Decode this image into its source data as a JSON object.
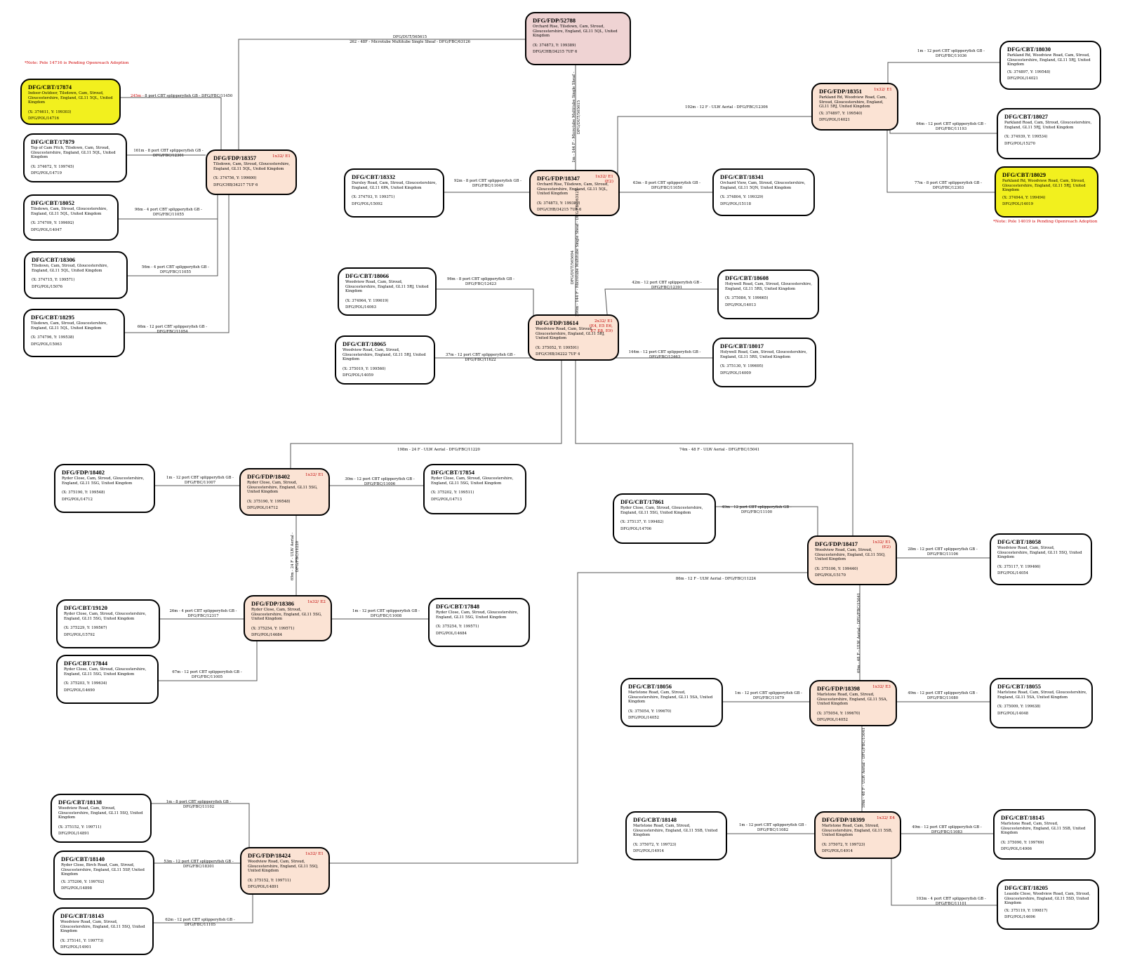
{
  "notes": [
    {
      "text": "*Note: Pole 14716 is Pending Openreach Adoption"
    },
    {
      "text": "*Note: Pole 14019 is Pending Openreach Adoption"
    }
  ],
  "nodes": [
    {
      "id": "DFG/FDP/52788",
      "addr": "Orchard Rise, Tilsdown, Cam, Stroud, Gloucestershire, England, GL11 5QL, United Kingdom",
      "coord": "(X: 374873, Y: 199389)",
      "pole": "DFG/CHB/34215   7UF 6",
      "splitter": ""
    },
    {
      "id": "DFG/CBT/17874",
      "addr": "Indoor-Outdoor, Tilsdown, Cam, Stroud, Gloucestershire, England, GL11 5QL, United Kingdom",
      "coord": "(X: 374611, Y: 199303)",
      "pole": "DFG/POL/14716",
      "splitter": ""
    },
    {
      "id": "DFG/CBT/17879",
      "addr": "Top of Cam Pitch, Tilsdown, Cam, Stroud, Gloucestershire, England, GL11 5QL, United Kingdom",
      "coord": "(X: 374672, Y: 199745)",
      "pole": "DFG/POL/14719",
      "splitter": ""
    },
    {
      "id": "DFG/CBT/18052",
      "addr": "Tilsdown, Cam, Stroud, Gloucestershire, England, GL11 5QL, United Kingdom",
      "coord": "(X: 374709, Y: 199692)",
      "pole": "DFG/POL/14047",
      "splitter": ""
    },
    {
      "id": "DFG/CBT/18306",
      "addr": "Tilsdown, Cam, Stroud, Gloucestershire, England, GL11 5QL, United Kingdom",
      "coord": "(X: 374715, Y: 199571)",
      "pole": "DFG/POL/15076",
      "splitter": ""
    },
    {
      "id": "DFG/CBT/18295",
      "addr": "Tilsdown, Cam, Stroud, Gloucestershire, England, GL11 5QL, United Kingdom",
      "coord": "(X: 374796, Y: 199538)",
      "pole": "DFG/POL/15063",
      "splitter": ""
    },
    {
      "id": "DFG/FDP/18357",
      "addr": "Tilsdown, Cam, Stroud, Gloucestershire, England, GL11 5QL, United Kingdom",
      "coord": "(X: 374756, Y: 199600)",
      "pole": "DFG/CHB/34217   7UF 6",
      "splitter": "1x32/ E1"
    },
    {
      "id": "DFG/CBT/18332",
      "addr": "Dursley Road, Cam, Stroud, Gloucestershire, England, GL11 6PA, United Kingdom",
      "coord": "(X: 374703, Y: 199371)",
      "pole": "DFG/POL/15092",
      "splitter": ""
    },
    {
      "id": "DFG/FDP/18347",
      "addr": "Orchard Rise, Tilsdown, Cam, Stroud, Gloucestershire, England, GL11 5QL, United Kingdom",
      "coord": "(X: 374873, Y: 199389)",
      "pole": "DFG/CHB/34215   7UF 6",
      "splitter": "1x32/ E1\n(E2)"
    },
    {
      "id": "DFG/CBT/18341",
      "addr": "Orchard View, Cam, Stroud, Gloucestershire, England, GL11 5QN, United Kingdom",
      "coord": "(X: 374804, Y: 199329)",
      "pole": "DFG/POL/15118",
      "splitter": ""
    },
    {
      "id": "DFG/FDP/18351",
      "addr": "Parkland Rd, Woodview Road, Cam, Stroud, Gloucestershire, England, GL11 5RJ, United Kingdom",
      "coord": "(X: 374897, Y: 199540)",
      "pole": "DFG/POL/14021",
      "splitter": "1x32/ E1"
    },
    {
      "id": "DFG/CBT/18030",
      "addr": "Parkland Rd, Woodview Road, Cam, Stroud, Gloucestershire, England, GL11 5RJ, United Kingdom",
      "coord": "(X: 374897, Y: 199548)",
      "pole": "DFG/POL/14021",
      "splitter": ""
    },
    {
      "id": "DFG/CBT/18027",
      "addr": "Parkland Road, Cam, Stroud, Gloucestershire, England, GL11 5RJ, United Kingdom",
      "coord": "(X: 374939, Y: 199534)",
      "pole": "DFG/POL/15270",
      "splitter": ""
    },
    {
      "id": "DFG/CBT/18029",
      "addr": "Parkland Rd, Woodview Road, Cam, Stroud, Gloucestershire, England, GL11 5RJ, United Kingdom",
      "coord": "(X: 374944, Y: 199494)",
      "pole": "DFG/POL/14019",
      "splitter": ""
    },
    {
      "id": "DFG/CBT/18066",
      "addr": "Woodview Road, Cam, Stroud, Gloucestershire, England, GL11 5RJ, United Kingdom",
      "coord": "(X: 374964, Y: 199619)",
      "pole": "DFG/POL/14063",
      "splitter": ""
    },
    {
      "id": "DFG/CBT/18065",
      "addr": "Woodview Road, Cam, Stroud, Gloucestershire, England, GL11 5RJ, United Kingdom",
      "coord": "(X: 375019, Y: 199560)",
      "pole": "DFG/POL/14059",
      "splitter": ""
    },
    {
      "id": "DFG/FDP/18614",
      "addr": "Woodview Road, Cam, Stroud, Gloucestershire, England, GL11 5RJ, United Kingdom",
      "coord": "(X: 375052, Y: 199591)",
      "pole": "DFG/CHB/34222   7UF 4",
      "splitter": "2x32/ E1\n(E4, E5 E6,\nE7 E8, E9)"
    },
    {
      "id": "DFG/CBT/18608",
      "addr": "Holywell Road, Cam, Stroud, Gloucestershire, England, GL11 5RS, United Kingdom",
      "coord": "(X: 375084, Y: 199665)",
      "pole": "DFG/POL/14013",
      "splitter": ""
    },
    {
      "id": "DFG/CBT/18017",
      "addr": "Holywell Road, Cam, Stroud, Gloucestershire, England, GL11 5RS, United Kingdom",
      "coord": "(X: 375130, Y: 199695)",
      "pole": "DFG/POL/14009",
      "splitter": ""
    },
    {
      "id": "DFG/FDP/18402",
      "addr": "Ryder Close, Cam, Stroud, Gloucestershire, England, GL11 5SG, United Kingdom",
      "coord": "(X: 375190, Y: 199548)",
      "pole": "DFG/POL/14712",
      "splitter": ""
    },
    {
      "id": "DFG/FDP/18402",
      "addr": "Ryder Close, Cam, Stroud, Gloucestershire, England, GL11 5SG, United Kingdom",
      "coord": "(X: 375190, Y: 199548)",
      "pole": "DFG/POL/14712",
      "splitter": "1x32/ E1"
    },
    {
      "id": "DFG/CBT/17854",
      "addr": "Ryder Close, Cam, Stroud, Gloucestershire, England, GL11 5SG, United Kingdom",
      "coord": "(X: 375202, Y: 199511)",
      "pole": "DFG/POL/14713",
      "splitter": ""
    },
    {
      "id": "DFG/CBT/17861",
      "addr": "Ryder Close, Cam, Stroud, Gloucestershire, England, GL11 5SG, United Kingdom",
      "coord": "(X: 375137, Y: 199482)",
      "pole": "DFG/POL/14706",
      "splitter": ""
    },
    {
      "id": "DFG/FDP/18417",
      "addr": "Woodview Road, Cam, Stroud, Gloucestershire, England, GL11 5SQ, United Kingdom",
      "coord": "(X: 375106, Y: 199440)",
      "pole": "DFG/POL/15170",
      "splitter": "1x32/ E1\n(E2)"
    },
    {
      "id": "DFG/CBT/18058",
      "addr": "Woodview Road, Cam, Stroud, Gloucestershire, England, GL11 5SQ, United Kingdom",
      "coord": "(X: 375117, Y: 199466)",
      "pole": "DFG/POL/14054",
      "splitter": ""
    },
    {
      "id": "DFG/CBT/19120",
      "addr": "Ryder Close, Cam, Stroud, Gloucestershire, England, GL11 5SG, United Kingdom",
      "coord": "(X: 375229, Y: 199567)",
      "pole": "DFG/POL/15792",
      "splitter": ""
    },
    {
      "id": "DFG/FDP/18386",
      "addr": "Ryder Close, Cam, Stroud, Gloucestershire, England, GL11 5SG, United Kingdom",
      "coord": "(X: 375254, Y: 199571)",
      "pole": "DFG/POL/14684",
      "splitter": "1x32/ E2"
    },
    {
      "id": "DFG/CBT/17848",
      "addr": "Ryder Close, Cam, Stroud, Gloucestershire, England, GL11 5SG, United Kingdom",
      "coord": "(X: 375254, Y: 199571)",
      "pole": "DFG/POL/14684",
      "splitter": ""
    },
    {
      "id": "DFG/CBT/17844",
      "addr": "Ryder Close, Cam, Stroud, Gloucestershire, England, GL11 5SG, United Kingdom",
      "coord": "(X: 375203, Y: 199634)",
      "pole": "DFG/POL/14690",
      "splitter": ""
    },
    {
      "id": "DFG/CBT/18056",
      "addr": "Marlstone Road, Cam, Stroud, Gloucestershire, England, GL11 5SA, United Kingdom",
      "coord": "(X: 375054, Y: 199670)",
      "pole": "DFG/POL/14052",
      "splitter": ""
    },
    {
      "id": "DFG/FDP/18398",
      "addr": "Marlstone Road, Cam, Stroud, Gloucestershire, England, GL11 5SA, United Kingdom",
      "coord": "(X: 375054, Y: 199670)",
      "pole": "DFG/POL/14052",
      "splitter": "1x32/ E3"
    },
    {
      "id": "DFG/CBT/18055",
      "addr": "Marlstone Road, Cam, Stroud, Gloucestershire, England, GL11 5SA, United Kingdom",
      "coord": "(X: 375009, Y: 199638)",
      "pole": "DFG/POL/14048",
      "splitter": ""
    },
    {
      "id": "DFG/CBT/18138",
      "addr": "Woodview Road, Cam, Stroud, Gloucestershire, England, GL11 5SQ, United Kingdom",
      "coord": "(X: 375152, Y: 199711)",
      "pole": "DFG/POL/14891",
      "splitter": ""
    },
    {
      "id": "DFG/CBT/18140",
      "addr": "Ryder Close, Birch Road, Cam, Stroud, Gloucestershire, England, GL11 5SP, United Kingdom",
      "coord": "(X: 375206, Y: 199702)",
      "pole": "DFG/POL/14898",
      "splitter": ""
    },
    {
      "id": "DFG/CBT/18143",
      "addr": "Woodview Road, Cam, Stroud, Gloucestershire, England, GL11 5SQ, United Kingdom",
      "coord": "(X: 375141, Y: 199773)",
      "pole": "DFG/POL/14901",
      "splitter": ""
    },
    {
      "id": "DFG/FDP/18424",
      "addr": "Woodview Road, Cam, Stroud, Gloucestershire, England, GL11 5SQ, United Kingdom",
      "coord": "(X: 375152, Y: 199711)",
      "pole": "DFG/POL/14891",
      "splitter": "1x32/ E1"
    },
    {
      "id": "DFG/CBT/18148",
      "addr": "Marlstone Road, Cam, Stroud, Gloucestershire, England, GL11 5SB, United Kingdom",
      "coord": "(X: 375072, Y: 199723)",
      "pole": "DFG/POL/14914",
      "splitter": ""
    },
    {
      "id": "DFG/FDP/18399",
      "addr": "Marlstone Road, Cam, Stroud, Gloucestershire, England, GL11 5SB, United Kingdom",
      "coord": "(X: 375072, Y: 199723)",
      "pole": "DFG/POL/14914",
      "splitter": "1x32/ E4"
    },
    {
      "id": "DFG/CBT/18145",
      "addr": "Marlstone Road, Cam, Stroud, Gloucestershire, England, GL11 5SB, United Kingdom",
      "coord": "(X: 375090, Y: 199769)",
      "pole": "DFG/POL/14906",
      "splitter": ""
    },
    {
      "id": "DFG/CBT/18205",
      "addr": "Leaside Close, Woodview Road, Cam, Stroud, Gloucestershire, England, GL11 5SD, United Kingdom",
      "coord": "(X: 375119, Y: 199817)",
      "pole": "DFG/POL/14696",
      "splitter": ""
    }
  ],
  "links": [
    {
      "a": "DFG/DUT/565615",
      "b": "262 - 48F - Microtube Multitube Single Sheaf - DFG/FBC/63126",
      "hl": ""
    },
    {
      "a": "",
      "b": "8 port CBT splipperyfish GB - DFG/FBC/11450",
      "hl": "245m - "
    },
    {
      "a": "161m - 8 port CBT splipperyfish GB -",
      "b": "DFG/FBC/12301",
      "hl": ""
    },
    {
      "a": "96m - 4 port CBT splipperyfish GB -",
      "b": "DFG/FBC/11055",
      "hl": ""
    },
    {
      "a": "56m - 4 port CBT splipperyfish GB -",
      "b": "DFG/FBC/11055",
      "hl": ""
    },
    {
      "a": "66m - 12 port CBT splipperyfish GB -",
      "b": "DFG/FBC/11054",
      "hl": ""
    },
    {
      "a": "92m - 8 port CBT splipperyfish GB -",
      "b": "DFG/FBC/11049",
      "hl": ""
    },
    {
      "a": "63m - 8 port CBT splipperyfish GB -",
      "b": "DFG/FBC/11050",
      "hl": ""
    },
    {
      "a": "192m - 12 F - ULW Aerial - DFG/FBC/12306",
      "b": "",
      "hl": ""
    },
    {
      "a": "1m - 12 port CBT splipperyfish GB -",
      "b": "DFG/FBC/11036",
      "hl": ""
    },
    {
      "a": "64m - 12 port CBT splipperyfish GB -",
      "b": "DFG/FBC/11193",
      "hl": ""
    },
    {
      "a": "77m - 8 port CBT splipperyfish GB -",
      "b": "DFG/FBC/12303",
      "hl": ""
    },
    {
      "a": "96m - 8 port CBT splipperyfish GB -",
      "b": "DFG/FBC/12423",
      "hl": ""
    },
    {
      "a": "37m - 12 port CBT splipperyfish GB -",
      "b": "DFG/FBC/11622",
      "hl": ""
    },
    {
      "a": "42m - 12 port CBT splipperyfish GB -",
      "b": "DFG/FBC/12391",
      "hl": ""
    },
    {
      "a": "144m - 12 port CBT splipperyfish GB -",
      "b": "DFG/FBC/12463",
      "hl": ""
    },
    {
      "a": "198m - 24 F - ULW Aerial - DFG/FBC/11220",
      "b": "",
      "hl": ""
    },
    {
      "a": "74m - 48 F - ULW Aerial - DFG/FBC/15041",
      "b": "",
      "hl": ""
    },
    {
      "a": "1m - 12 port CBT splipperyfish GB -",
      "b": "DFG/FBC/11007",
      "hl": ""
    },
    {
      "a": "30m - 12 port CBT splipperyfish GB -",
      "b": "DFG/FBC/11006",
      "hl": ""
    },
    {
      "a": "49m - 12 port CBT splipperyfish GB -",
      "b": "DFG/FBC/11100",
      "hl": ""
    },
    {
      "a": "28m - 12 port CBT splipperyfish GB -",
      "b": "DFG/FBC/11106",
      "hl": ""
    },
    {
      "a": "86m - 12 F - ULW Aerial - DFG/FBC/11224",
      "b": "",
      "hl": ""
    },
    {
      "a": "26m - 4 port CBT splipperyfish GB -",
      "b": "DFG/FBC/12317",
      "hl": ""
    },
    {
      "a": "1m - 12 port CBT splipperyfish GB -",
      "b": "DFG/FBC/11008",
      "hl": ""
    },
    {
      "a": "67m - 12 port CBT splipperyfish GB -",
      "b": "DFG/FBC/11005",
      "hl": ""
    },
    {
      "a": "1m - 12 port CBT splipperyfish GB -",
      "b": "DFG/FBC/11079",
      "hl": ""
    },
    {
      "a": "49m - 12 port CBT splipperyfish GB -",
      "b": "DFG/FBC/11080",
      "hl": ""
    },
    {
      "a": "1m - 8 port CBT splipperyfish GB -",
      "b": "DFG/FBC/11102",
      "hl": ""
    },
    {
      "a": "53m - 12 port CBT splipperyfish GB -",
      "b": "DFG/FBC/18301",
      "hl": ""
    },
    {
      "a": "62m - 12 port CBT splipperyfish GB -",
      "b": "DFG/FBC/11105",
      "hl": ""
    },
    {
      "a": "1m - 12 port CBT splipperyfish GB -",
      "b": "DFG/FBC/11082",
      "hl": ""
    },
    {
      "a": "49m - 12 port CBT splipperyfish GB -",
      "b": "DFG/FBC/11083",
      "hl": ""
    },
    {
      "a": "103m - 4 port CBT splipperyfish GB -",
      "b": "DFG/FBC/11101",
      "hl": ""
    }
  ],
  "vlinks": [
    {
      "a": "1m - 144 F - Microtube Multitube Single Sheaf -",
      "b": "DFG/DUT/565615"
    },
    {
      "a": "DFG/DUT/565694",
      "b": "296m - 144 F - Microtube Multitube Single Sheaf - DFG/FBC/63125"
    },
    {
      "a": "69m - 24 F - ULW Aerial -",
      "b": "DFG/FBC/11220"
    },
    {
      "a": "69m - 48 F - ULW Aerial - DFG/FBC/15041",
      "b": ""
    },
    {
      "a": "59m - 48 F - ULW Aerial - DFG/FBC/15041",
      "b": ""
    }
  ]
}
